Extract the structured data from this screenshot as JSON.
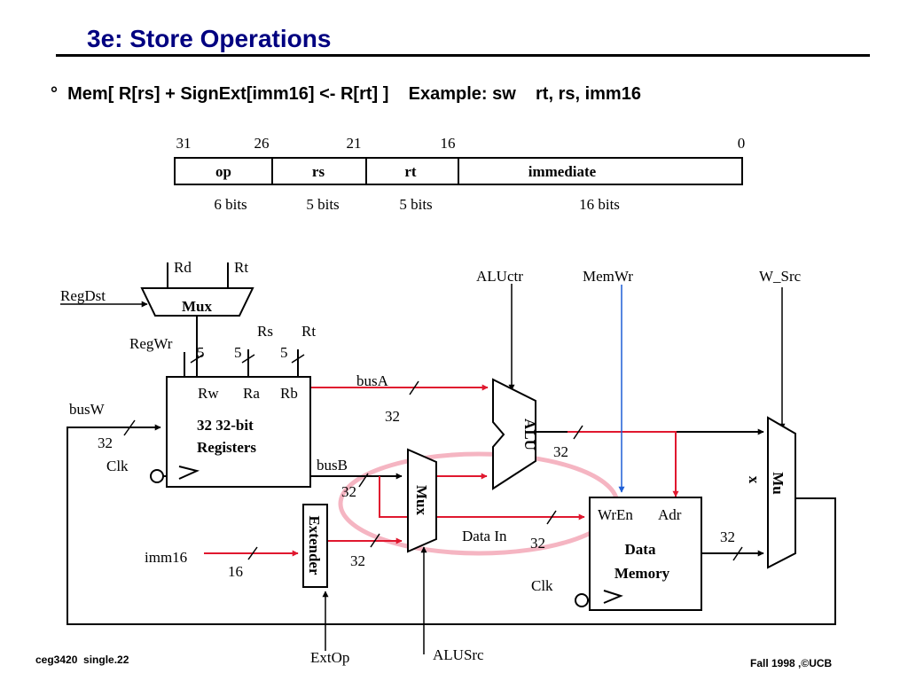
{
  "slide": {
    "title": "3e: Store Operations",
    "bullet_symbol": "°",
    "bullet_text": "Mem[ R[rs] + SignExt[imm16] <- R[rt] ]    Example: sw    rt, rs, imm16",
    "footer_left": "ceg3420  single.22",
    "footer_right": "Fall 1998 ,©UCB"
  },
  "instruction_format": {
    "bit_positions": [
      "31",
      "26",
      "21",
      "16",
      "0"
    ],
    "fields": [
      {
        "name": "op",
        "width": "6 bits"
      },
      {
        "name": "rs",
        "width": "5 bits"
      },
      {
        "name": "rt",
        "width": "5 bits"
      },
      {
        "name": "immediate",
        "width": "16 bits"
      }
    ]
  },
  "datapath": {
    "regdst_label": "RegDst",
    "top_mux_label": "Mux",
    "rd_label": "Rd",
    "rt_label_top": "Rt",
    "regwr_label": "RegWr",
    "rs_label": "Rs",
    "rt_label": "Rt",
    "width_5": "5",
    "regfile_ports": [
      "Rw",
      "Ra",
      "Rb"
    ],
    "regfile_line1": "32 32-bit",
    "regfile_line2": "Registers",
    "busw_label": "busW",
    "width_32": "32",
    "clk_label": "Clk",
    "busa_label": "busA",
    "busb_label": "busB",
    "aluctr_label": "ALUctr",
    "alu_label": "ALU",
    "alusrc_mux_label": "Mux",
    "alusrc_label": "ALUSrc",
    "extender_label": "Extender",
    "extop_label": "ExtOp",
    "imm16_label": "imm16",
    "width_16": "16",
    "memwr_label": "MemWr",
    "w_src_label": "W_Src",
    "wren_label": "WrEn",
    "adr_label": "Adr",
    "datain_label": "Data In",
    "memory_line1": "Data",
    "memory_line2": "Memory",
    "out_mux_label_a": "Mu",
    "out_mux_label_b": "x",
    "colors": {
      "highlight": "#e0182f",
      "memwr": "#1f5fd6",
      "ring": "#f5b5c2"
    }
  }
}
